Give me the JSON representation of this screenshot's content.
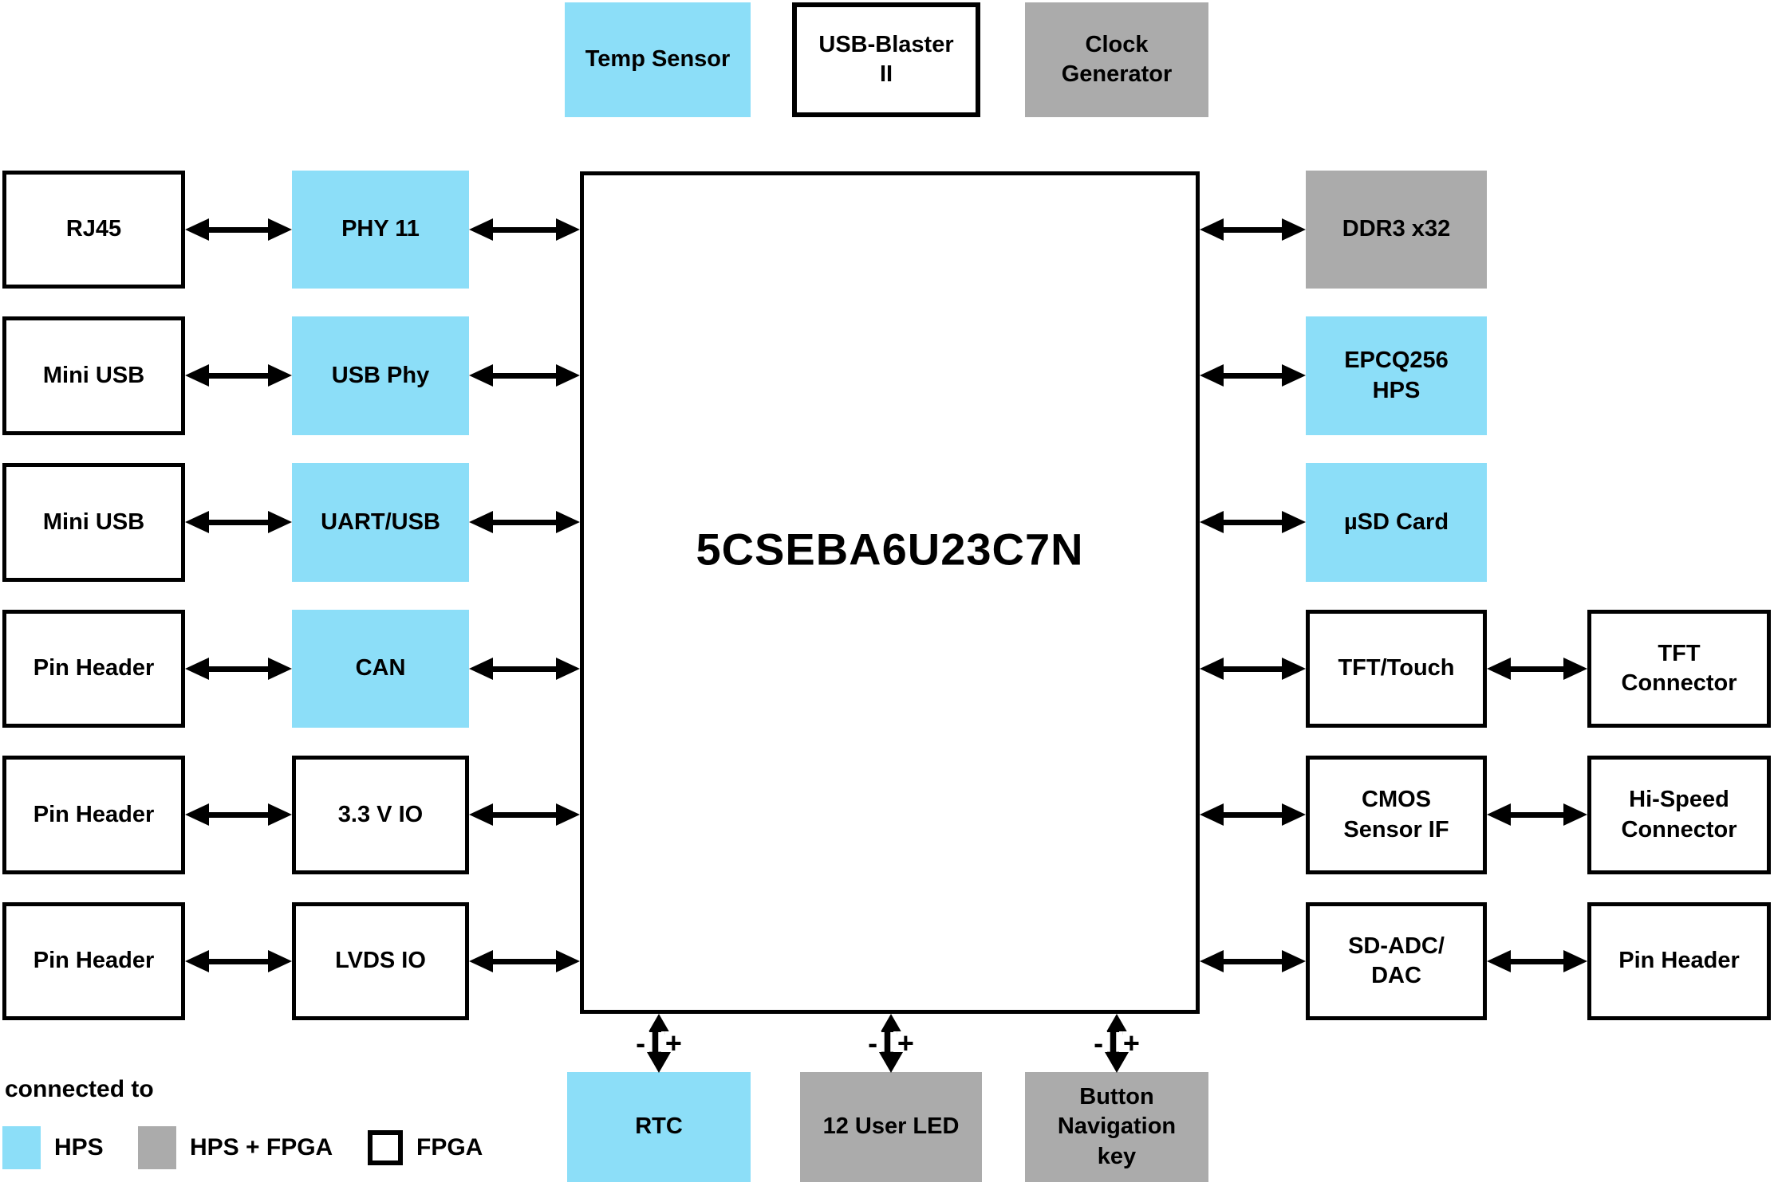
{
  "colors": {
    "hps": "#8CDEF8",
    "hps_fpga": "#ABABAB",
    "fpga": "#FFFFFF"
  },
  "chip": {
    "label": "5CSEBA6U23C7N",
    "type": "fpga"
  },
  "top_row": [
    {
      "label": "Temp Sensor",
      "type": "hps"
    },
    {
      "label": "USB-Blaster\nII",
      "type": "fpga"
    },
    {
      "label": "Clock\nGenerator",
      "type": "hps_fpga"
    }
  ],
  "left_outer": [
    {
      "label": "RJ45",
      "type": "fpga"
    },
    {
      "label": "Mini USB",
      "type": "fpga"
    },
    {
      "label": "Mini USB",
      "type": "fpga"
    },
    {
      "label": "Pin Header",
      "type": "fpga"
    },
    {
      "label": "Pin Header",
      "type": "fpga"
    },
    {
      "label": "Pin Header",
      "type": "fpga"
    }
  ],
  "left_inner": [
    {
      "label": "PHY 11",
      "type": "hps"
    },
    {
      "label": "USB Phy",
      "type": "hps"
    },
    {
      "label": "UART/USB",
      "type": "hps"
    },
    {
      "label": "CAN",
      "type": "hps"
    },
    {
      "label": "3.3 V IO",
      "type": "fpga"
    },
    {
      "label": "LVDS IO",
      "type": "fpga"
    }
  ],
  "right_inner": [
    {
      "label": "DDR3 x32",
      "type": "hps_fpga"
    },
    {
      "label": "EPCQ256\nHPS",
      "type": "hps"
    },
    {
      "label": "µSD Card",
      "type": "hps"
    },
    {
      "label": "TFT/Touch",
      "type": "fpga"
    },
    {
      "label": "CMOS\nSensor IF",
      "type": "fpga"
    },
    {
      "label": "SD-ADC/\nDAC",
      "type": "fpga"
    }
  ],
  "right_outer": [
    {
      "label": "TFT\nConnector",
      "type": "fpga"
    },
    {
      "label": "Hi-Speed\nConnector",
      "type": "fpga"
    },
    {
      "label": "Pin Header",
      "type": "fpga"
    }
  ],
  "bottom_row": [
    {
      "label": "RTC",
      "type": "hps"
    },
    {
      "label": "12 User LED",
      "type": "hps_fpga"
    },
    {
      "label": "Button\nNavigation\nkey",
      "type": "hps_fpga"
    }
  ],
  "polarity_marker": {
    "minus": "-",
    "beam": "I",
    "plus": "+"
  },
  "legend": {
    "title": "connected to",
    "items": [
      {
        "label": "HPS",
        "type": "hps"
      },
      {
        "label": "HPS + FPGA",
        "type": "hps_fpga"
      },
      {
        "label": "FPGA",
        "type": "fpga"
      }
    ]
  }
}
